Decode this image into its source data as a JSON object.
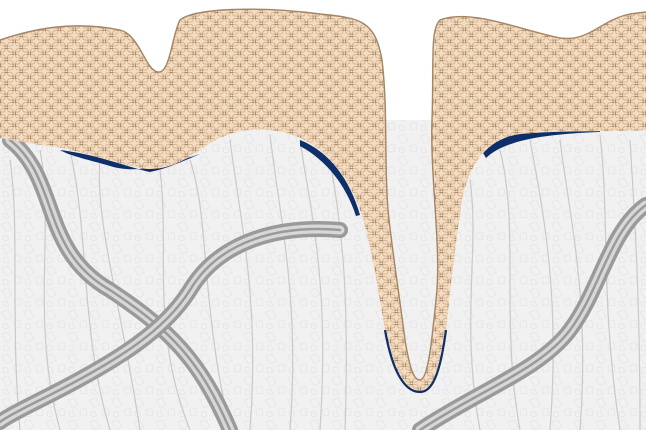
{
  "illustration": {
    "subject": "skin-tissue-cross-section",
    "colors": {
      "background": "#ffffff",
      "dermis_background": "#f1f1f1",
      "dermis_texture": "#e4e4e4",
      "epidermis_cell_fill": "#f6dcbf",
      "epidermis_cell_stroke": "#a38464",
      "basal_layer": "#0e2f6b",
      "fiber_bundle": "#9a9a9a",
      "fiber_bundle_light": "#d8d8d8",
      "thin_fiber": "#c9c9c9"
    },
    "visible_structures": [
      "epidermis-cell-layer",
      "basal-layer",
      "rete-ridge",
      "dermal-fiber-bundle",
      "thin-dermal-fibers"
    ]
  }
}
